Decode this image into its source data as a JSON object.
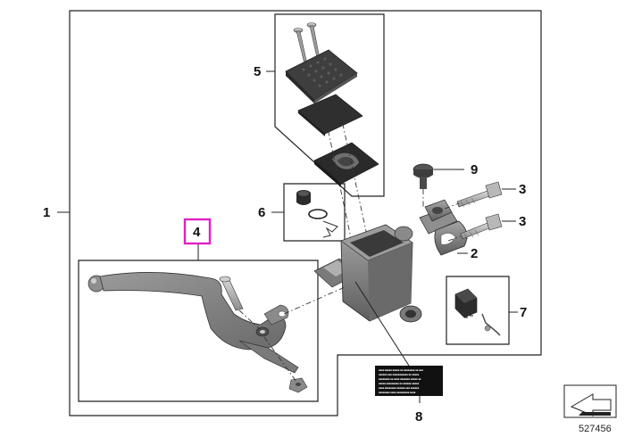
{
  "callouts": {
    "c1": "1",
    "c2": "2",
    "c3a": "3",
    "c3b": "3",
    "c4": "4",
    "c5": "5",
    "c6": "6",
    "c7": "7",
    "c8": "8",
    "c9": "9"
  },
  "document_number": "527456",
  "colors": {
    "highlight": "#e020c8",
    "part_dark": "#555555",
    "part_mid": "#8a8a8a",
    "line": "#222222"
  },
  "icons": {
    "corner": "page-corner-arrow-icon"
  }
}
